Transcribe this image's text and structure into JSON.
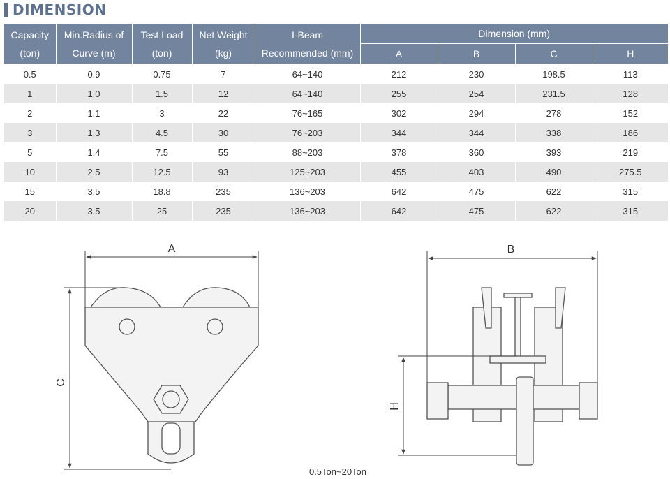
{
  "section_title": "DIMENSION",
  "table": {
    "headers": {
      "capacity": [
        "Capacity",
        "(ton)"
      ],
      "radius": [
        "Min.Radius of",
        "Curve (m)"
      ],
      "test_load": [
        "Test Load",
        "(ton)"
      ],
      "net_weight": [
        "Net Weight",
        "(kg)"
      ],
      "ibeam": [
        "I-Beam",
        "Recommended (mm)"
      ],
      "dimension": "Dimension (mm)",
      "dims": [
        "A",
        "B",
        "C",
        "H"
      ]
    },
    "rows": [
      [
        "0.5",
        "0.9",
        "0.75",
        "7",
        "64~140",
        "212",
        "230",
        "198.5",
        "113"
      ],
      [
        "1",
        "1.0",
        "1.5",
        "12",
        "64~140",
        "255",
        "254",
        "231.5",
        "128"
      ],
      [
        "2",
        "1.1",
        "3",
        "22",
        "76~165",
        "302",
        "294",
        "278",
        "152"
      ],
      [
        "3",
        "1.3",
        "4.5",
        "30",
        "76~203",
        "344",
        "344",
        "338",
        "186"
      ],
      [
        "5",
        "1.4",
        "7.5",
        "55",
        "88~203",
        "378",
        "360",
        "393",
        "219"
      ],
      [
        "10",
        "2.5",
        "12.5",
        "93",
        "125~203",
        "455",
        "403",
        "490",
        "275.5"
      ],
      [
        "15",
        "3.5",
        "18.8",
        "235",
        "136~203",
        "642",
        "475",
        "622",
        "315"
      ],
      [
        "20",
        "3.5",
        "25",
        "235",
        "136~203",
        "642",
        "475",
        "622",
        "315"
      ]
    ]
  },
  "drawing": {
    "labels": {
      "A": "A",
      "B": "B",
      "C": "C",
      "H": "H"
    },
    "caption": "0.5Ton~20Ton"
  },
  "colors": {
    "header_bg": "#73849f",
    "title": "#5d7291",
    "stripe": "#e6e6e6",
    "line": "#444444"
  }
}
